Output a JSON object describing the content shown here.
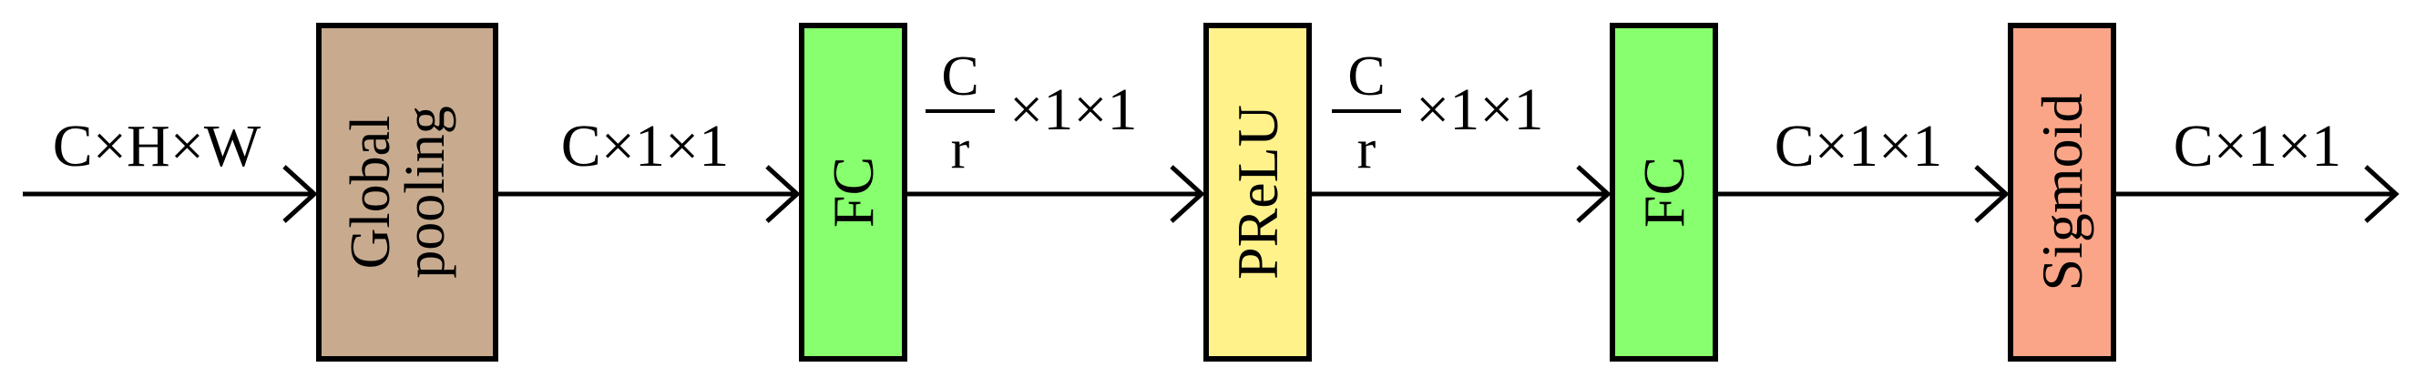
{
  "diagram": {
    "blocks": [
      {
        "id": "global-pooling",
        "lines": [
          "Global",
          "pooling"
        ],
        "color": "#c8ab8f"
      },
      {
        "id": "fc-1",
        "lines": [
          "FC"
        ],
        "color": "#88ff6e"
      },
      {
        "id": "prelu",
        "lines": [
          "PReLU"
        ],
        "color": "#fff28a"
      },
      {
        "id": "fc-2",
        "lines": [
          "FC"
        ],
        "color": "#88ff6e"
      },
      {
        "id": "sigmoid",
        "lines": [
          "Sigmoid"
        ],
        "color": "#fba588"
      }
    ],
    "labels": {
      "input": "C×H×W",
      "after_pooling": "C×1×1",
      "fraction_numerator": "C",
      "fraction_denominator": "r",
      "fraction_suffix": "×1×1",
      "after_fc2": "C×1×1",
      "output": "C×1×1"
    },
    "colors": {
      "stroke": "#000000",
      "background": "#ffffff"
    }
  }
}
